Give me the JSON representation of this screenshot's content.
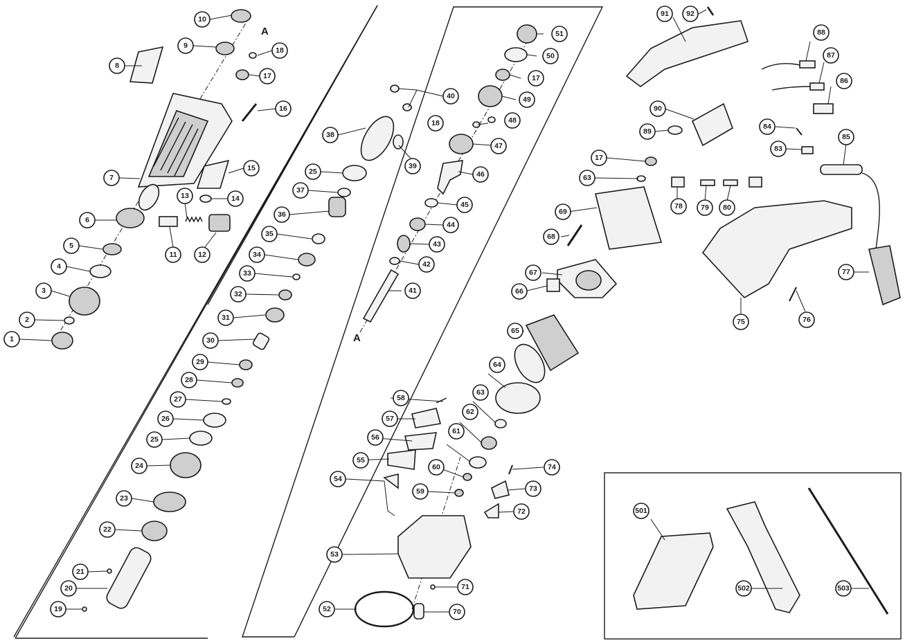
{
  "diagram": {
    "section_refs": {
      "top": "A",
      "bottom": "A"
    },
    "parts": [
      "1",
      "2",
      "3",
      "4",
      "5",
      "6",
      "7",
      "8",
      "9",
      "10",
      "11",
      "12",
      "13",
      "14",
      "15",
      "16",
      "17",
      "18",
      "19",
      "20",
      "21",
      "22",
      "23",
      "24",
      "25",
      "26",
      "27",
      "28",
      "29",
      "30",
      "31",
      "32",
      "33",
      "34",
      "35",
      "36",
      "37",
      "38",
      "39",
      "40",
      "41",
      "42",
      "43",
      "44",
      "45",
      "46",
      "47",
      "48",
      "49",
      "50",
      "51",
      "52",
      "53",
      "54",
      "55",
      "56",
      "57",
      "58",
      "59",
      "60",
      "61",
      "62",
      "63",
      "64",
      "65",
      "66",
      "67",
      "68",
      "69",
      "70",
      "71",
      "72",
      "73",
      "74",
      "75",
      "76",
      "77",
      "78",
      "79",
      "80",
      "83",
      "84",
      "85",
      "86",
      "87",
      "88",
      "89",
      "90",
      "91",
      "92",
      "501",
      "502",
      "503"
    ]
  }
}
